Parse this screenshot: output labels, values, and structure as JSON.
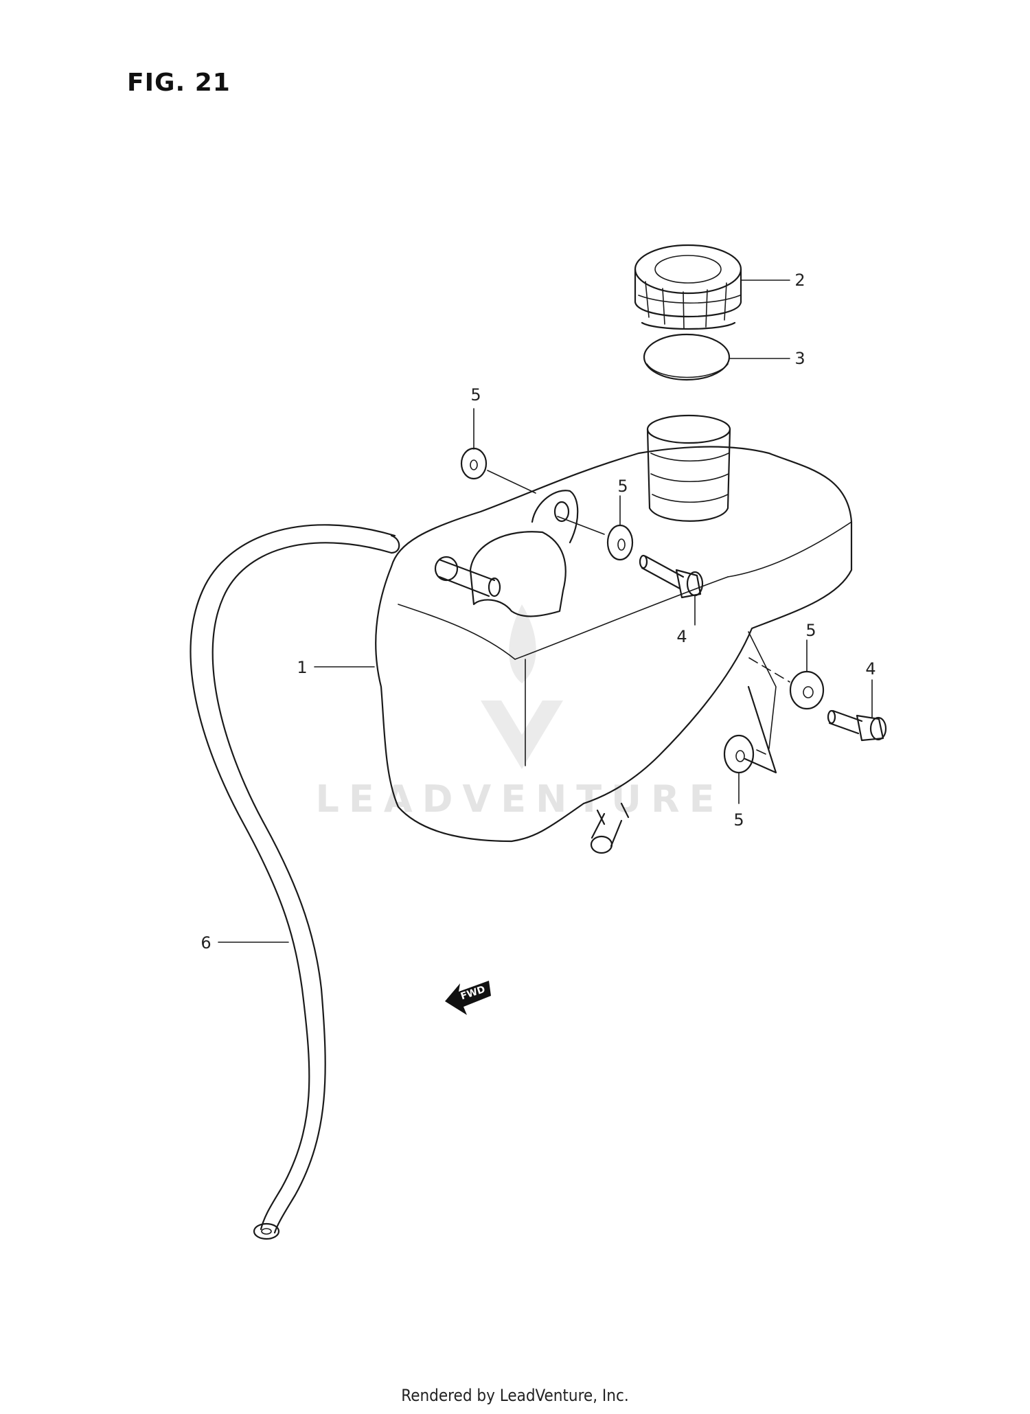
{
  "figure": {
    "title": "FIG. 21"
  },
  "watermark": {
    "text": "LEADVENTURE"
  },
  "direction_marker": {
    "label": "FWD"
  },
  "callouts": {
    "tank": "1",
    "cap": "2",
    "gasket": "3",
    "bolt_top": "4",
    "bolt_right": "4",
    "washer_top_left": "5",
    "washer_top_mid": "5",
    "washer_right_upper": "5",
    "washer_right_lower": "5",
    "hose": "6"
  },
  "footer": {
    "text": "Rendered by LeadVenture, Inc."
  }
}
